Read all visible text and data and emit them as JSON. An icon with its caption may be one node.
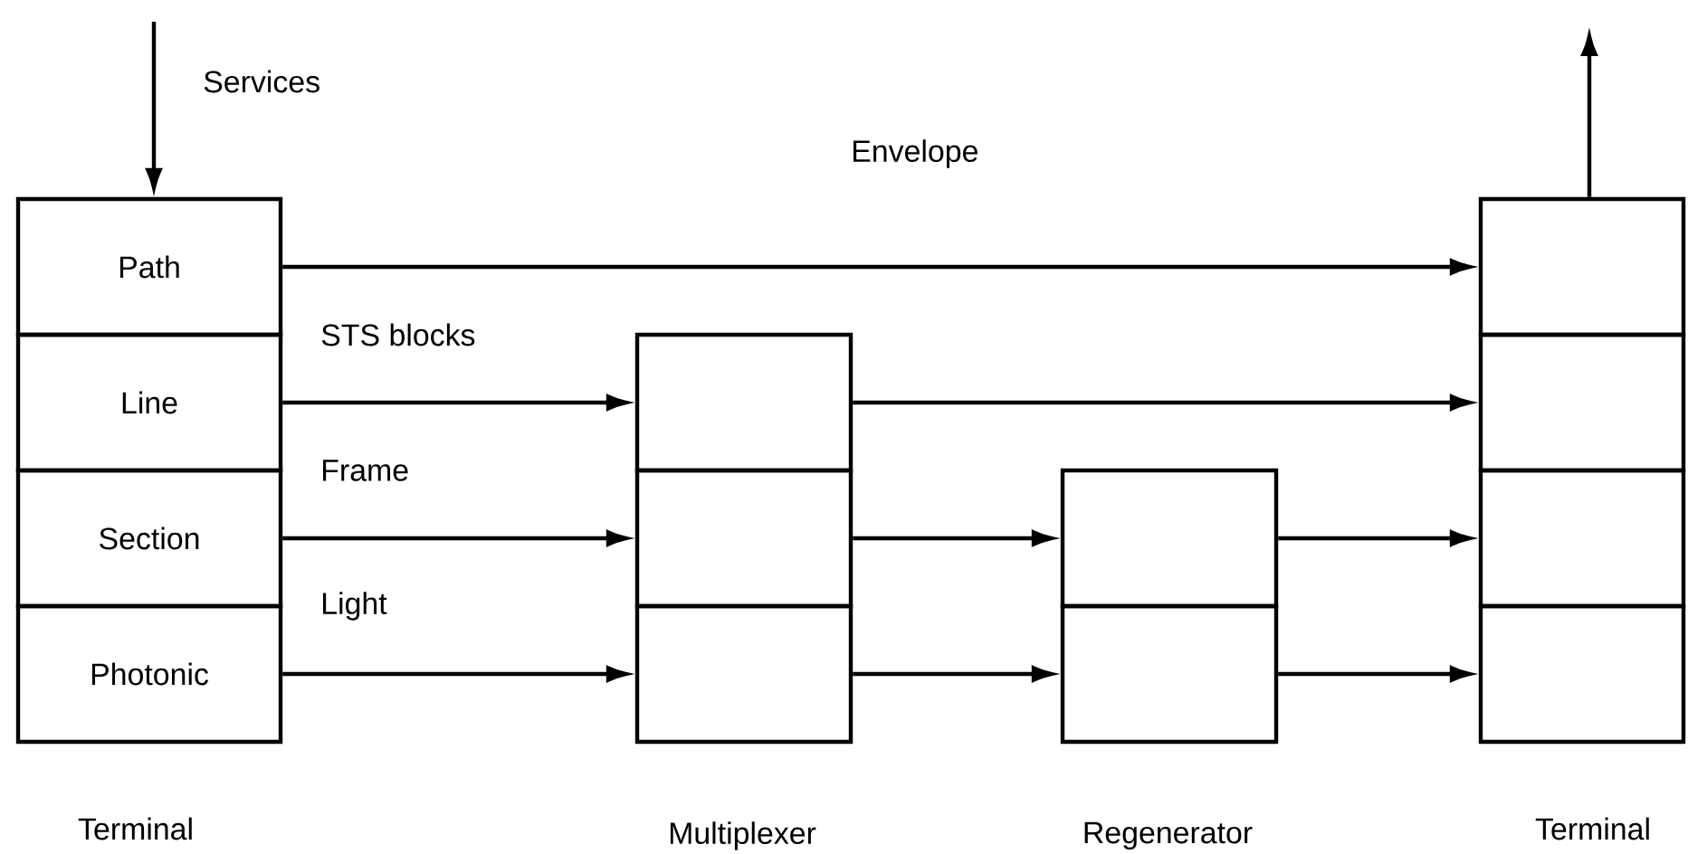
{
  "diagram": {
    "nodes": [
      {
        "text": [
          "Path"
        ]
      },
      {
        "text": [
          "Line"
        ]
      },
      {
        "text": [
          "Section"
        ]
      },
      {
        "text": [
          "Photonic"
        ]
      },
      {
        "text": [],
        "shape": "box"
      },
      {
        "text": [],
        "shape": "box"
      },
      {
        "text": [],
        "shape": "box"
      },
      {
        "text": [],
        "shape": "box"
      },
      {
        "text": [],
        "shape": "box"
      },
      {
        "text": [],
        "shape": "box"
      },
      {
        "text": [],
        "shape": "box"
      },
      {
        "text": [],
        "shape": "box"
      },
      {
        "text": [],
        "shape": "box"
      }
    ],
    "edges": [
      {
        "from": null,
        "to": 0,
        "arrow": "to",
        "label": "Services"
      },
      {
        "from": 9,
        "to": null,
        "arrow": "to"
      },
      {
        "from": 0,
        "to": 9,
        "arrow": "to",
        "label": "Envelope"
      },
      {
        "from": 1,
        "to": 4,
        "arrow": "to",
        "label": "STS blocks"
      },
      {
        "from": 4,
        "to": 10,
        "arrow": "to"
      },
      {
        "from": 2,
        "to": 5,
        "arrow": "to",
        "label": "Frame"
      },
      {
        "from": 5,
        "to": 7,
        "arrow": "to"
      },
      {
        "from": 7,
        "to": 11,
        "arrow": "to"
      },
      {
        "from": 3,
        "to": 6,
        "arrow": "to",
        "label": "Light"
      },
      {
        "from": 6,
        "to": 8,
        "arrow": "to"
      },
      {
        "from": 8,
        "to": 12,
        "arrow": "to"
      }
    ],
    "labels": [
      "Terminal",
      "Multiplexer",
      "Regenerator",
      "Terminal"
    ]
  }
}
